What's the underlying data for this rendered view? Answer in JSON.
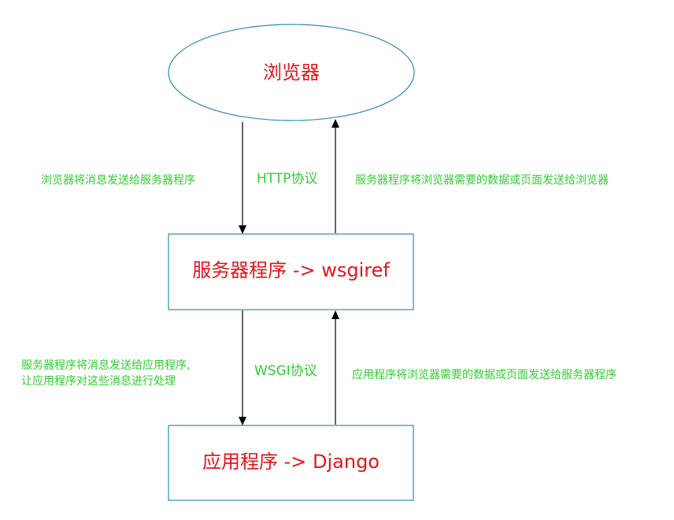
{
  "nodes": {
    "browser": "浏览器",
    "server": "服务器程序 -> wsgiref",
    "app": "应用程序 -> Django"
  },
  "protocols": {
    "http": "HTTP协议",
    "wsgi": "WSGI协议"
  },
  "notes": {
    "browser_to_server": "浏览器将消息发送给服务器程序",
    "server_to_browser": "服务器程序将浏览器需要的数据或页面发送给浏览器",
    "server_to_app": [
      "服务器程序将消息发送给应用程序,",
      "让应用程序对这些消息进行处理"
    ],
    "app_to_server": "应用程序将浏览器需要的数据或页面发送给服务器程序"
  },
  "colors": {
    "shape_stroke": "#2e8bb5",
    "shape_fill": "#ffffff",
    "node_text": "#e8141a",
    "note_text": "#33cc33",
    "arrow": "#000000"
  }
}
